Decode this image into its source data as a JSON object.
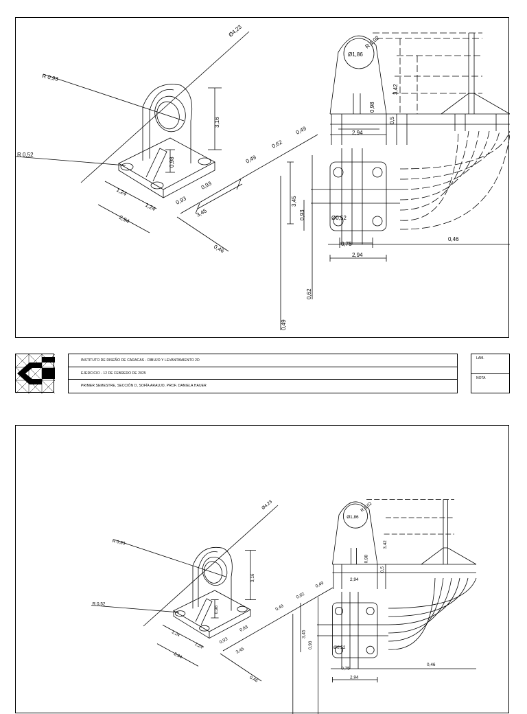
{
  "dimensions": {
    "hole_dia": "Ø4,23",
    "r093": "R 0,93",
    "r052": "R 0,52",
    "d316": "3,16",
    "d098": "0,98",
    "d124a": "1,24",
    "d124b": "1,24",
    "d294": "2,94",
    "d093a": "0,93",
    "d093b": "0,93",
    "d345": "3,45",
    "d046": "0,46",
    "d049a": "0,49",
    "d062": "0,62",
    "d049b": "0,49",
    "top_dia": "Ø1,86",
    "top_r": "R 1,02",
    "top_342": "3,42",
    "top_098": "0,98",
    "top_05": "0,5",
    "top_294": "2,94",
    "front_345": "3,45",
    "front_093": "0,93",
    "front_dia052": "Ø0,52",
    "front_075": "0,75",
    "front_294": "2,94",
    "front_046": "0,46",
    "front_062": "0,62",
    "front_049": "0,49"
  },
  "title_block": {
    "row1": "INSTITUTO DE DISEÑO DE CARACAS - DIBUJO Y LEVANTAMIENTO 2D",
    "row2": "EJERCICIO - 12 DE FEBRERO DE 2025",
    "row3": "PRIMER SEMESTRE, SECCIÓN D, SOFÍA ARAUJO, PROF. DANIELA HAUER",
    "lam_label": "LAM.",
    "nota_label": "NOTA"
  }
}
